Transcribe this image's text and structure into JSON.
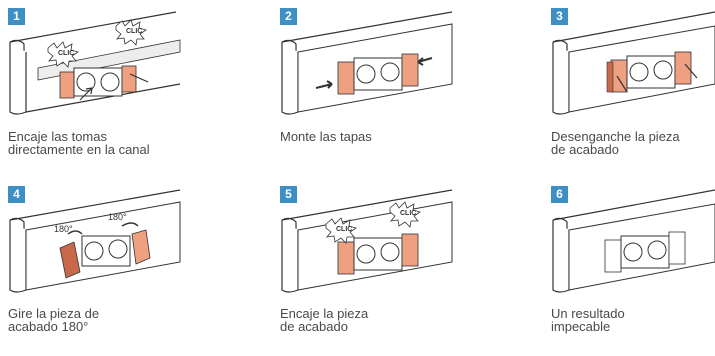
{
  "colors": {
    "badge": "#3e8fc4",
    "insert": "#eea080",
    "insert_dark": "#c8694b",
    "outline": "#333333",
    "channel_fill": "#ffffff",
    "channel_inner": "#ededed"
  },
  "steps": [
    {
      "number": "1",
      "caption": [
        "Encaje las tomas",
        "directamente en la canal"
      ],
      "icon": "sockets-clipping-into-trunking",
      "annotations": [
        "CLIC",
        "CLIC"
      ]
    },
    {
      "number": "2",
      "caption": [
        "Monte las tapas"
      ],
      "icon": "cover-plates-sliding-in",
      "annotations": []
    },
    {
      "number": "3",
      "caption": [
        "Desenganche la pieza",
        "de acabado"
      ],
      "icon": "finishing-piece-unclipping",
      "annotations": []
    },
    {
      "number": "4",
      "caption": [
        "Gire la pieza de",
        "acabado 180°"
      ],
      "icon": "finishing-piece-rotating",
      "annotations": [
        "180°",
        "180°"
      ]
    },
    {
      "number": "5",
      "caption": [
        "Encaje la pieza",
        "de acabado"
      ],
      "icon": "finishing-piece-clipping",
      "annotations": [
        "CLIC",
        "CLIC"
      ]
    },
    {
      "number": "6",
      "caption": [
        "Un resultado",
        "impecable"
      ],
      "icon": "finished-installation",
      "annotations": []
    }
  ]
}
